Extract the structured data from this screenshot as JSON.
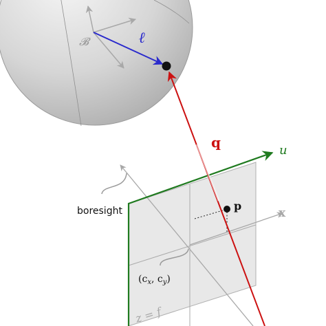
{
  "labels": {
    "body_frame": "𝓑",
    "ell": "ℓ",
    "q": "q",
    "u": "u",
    "p": "p",
    "x": "x",
    "boresight": "boresight",
    "principal_point": "(c",
    "principal_point_x_sub": "x",
    "principal_point_mid": ", c",
    "principal_point_y_sub": "y",
    "principal_point_close": ")",
    "focal_plane": "z = f"
  },
  "colors": {
    "sphere_light": "#f4f4f4",
    "sphere_dark": "#b4b4b4",
    "gray_line": "#9a9a9a",
    "frame_arrow": "#a8a8a8",
    "ell_vector": "#2a2acc",
    "q_vector": "#cc1111",
    "u_axis": "#1f7a1f",
    "plane_fill": "#e6e6e6",
    "plane_edge": "#b0b0b0",
    "point": "#111111"
  }
}
